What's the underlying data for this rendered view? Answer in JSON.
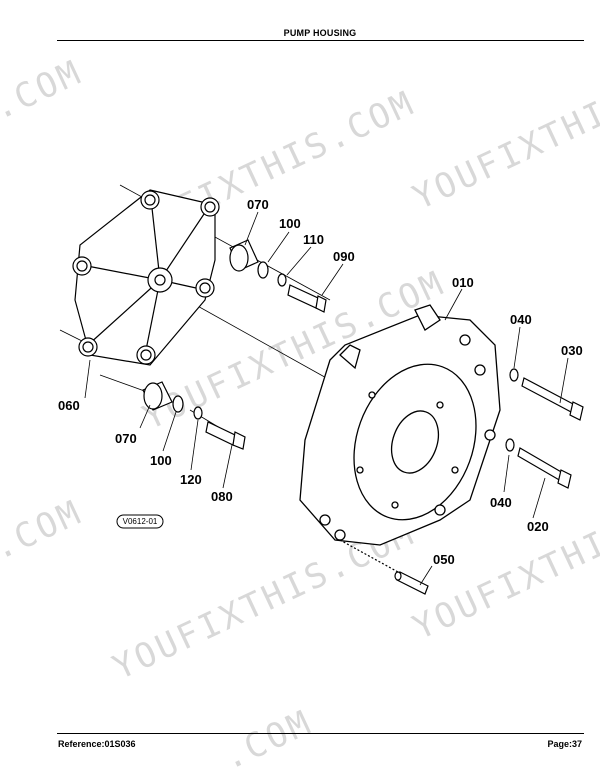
{
  "header": {
    "title": "PUMP HOUSING"
  },
  "footer": {
    "reference": "Reference:01S036",
    "page": "Page:37"
  },
  "diagram": {
    "stamp": "V0612-01",
    "callouts": {
      "c070a": "070",
      "c100a": "100",
      "c110": "110",
      "c090": "090",
      "c060": "060",
      "c070b": "070",
      "c100b": "100",
      "c120": "120",
      "c080": "080",
      "c010": "010",
      "c040a": "040",
      "c030": "030",
      "c040b": "040",
      "c020": "020",
      "c050": "050"
    }
  },
  "watermark": {
    "text_site": "YOUFIXTHIS.COM",
    "text_short": ".COM",
    "text_name": "YOUFIXTHIS"
  }
}
